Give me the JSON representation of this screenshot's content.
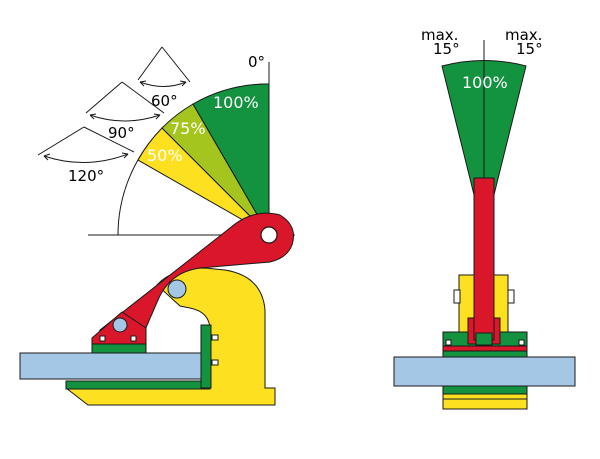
{
  "colors": {
    "green": "#13923f",
    "olive": "#a4c51d",
    "yellow": "#fde020",
    "red": "#d9162a",
    "blue": "#a5c7e6",
    "outline": "#1a1a1a"
  },
  "left_view": {
    "angle_0": "0°",
    "angle_60": "60°",
    "angle_90": "90°",
    "angle_120": "120°",
    "zone_100": "100%",
    "zone_75": "75%",
    "zone_50": "50%"
  },
  "right_view": {
    "max_left_line1": "max.",
    "max_left_line2": "15°",
    "max_right_line1": "max.",
    "max_right_line2": "15°",
    "zone_100": "100%"
  }
}
